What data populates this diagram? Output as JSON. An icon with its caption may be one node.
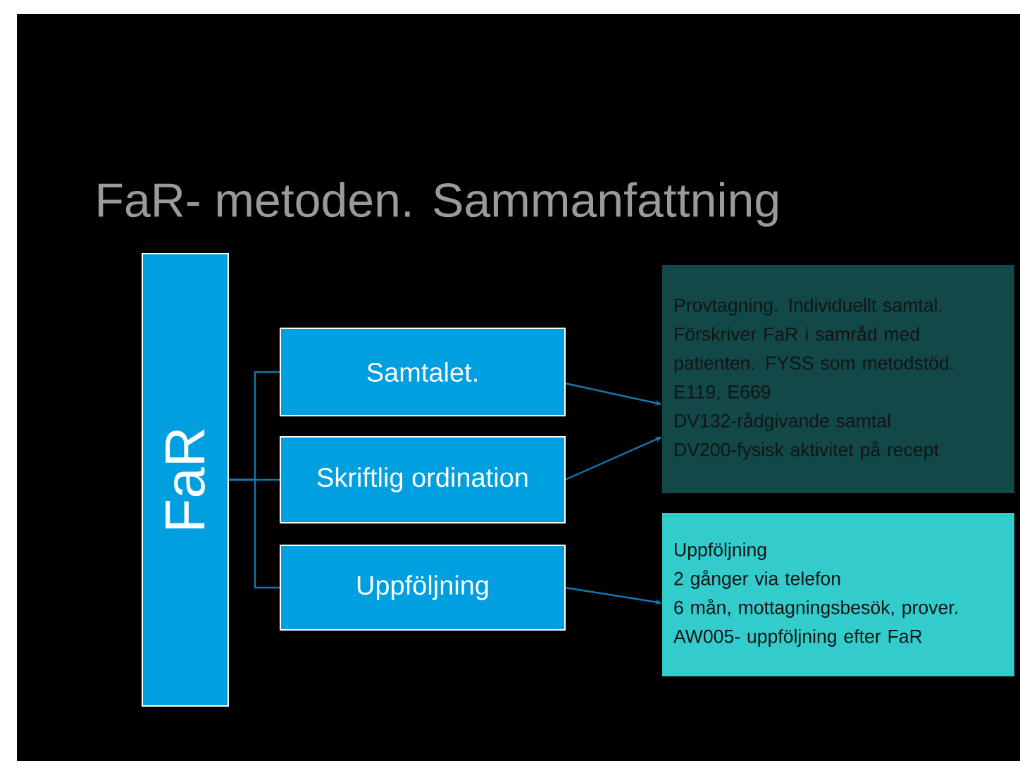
{
  "diagram": {
    "title": "FaR- metoden. Sammanfattning",
    "nodes": [
      {
        "text": [
          "FaR"
        ]
      },
      {
        "text": [
          "Samtalet."
        ]
      },
      {
        "text": [
          "Skriftlig ordination"
        ]
      },
      {
        "text": [
          "Uppföljning"
        ]
      },
      {
        "text": [
          "Provtagning. Individuellt samtal. Förskriver FaR i samråd med patienten. FYSS som metodstöd.",
          "E119, E669",
          "DV132-rådgivande samtal",
          "DV200-fysisk aktivitet på recept"
        ]
      },
      {
        "text": [
          "Uppföljning",
          "2 gånger via telefon",
          "6 mån, mottagningsbesök, prover.",
          "AW005- uppföljning efter FaR"
        ]
      }
    ],
    "edges": [
      {
        "from": 0,
        "to": 1,
        "arrow": "none"
      },
      {
        "from": 0,
        "to": 2,
        "arrow": "none"
      },
      {
        "from": 0,
        "to": 3,
        "arrow": "none"
      },
      {
        "from": 1,
        "to": 4,
        "arrow": "to"
      },
      {
        "from": 2,
        "to": 4,
        "arrow": "to"
      },
      {
        "from": 3,
        "to": 5,
        "arrow": "to"
      }
    ]
  }
}
